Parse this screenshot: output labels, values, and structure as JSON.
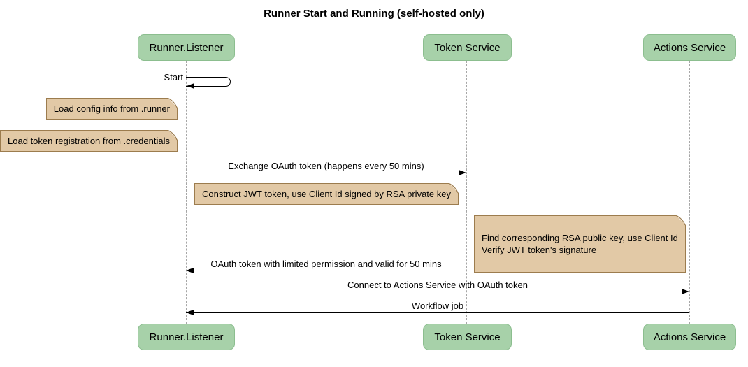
{
  "title": "Runner Start and Running (self-hosted only)",
  "participants": [
    {
      "name": "Runner.Listener"
    },
    {
      "name": "Token Service"
    },
    {
      "name": "Actions Service"
    }
  ],
  "messages": [
    {
      "label": "Start",
      "from": "Runner.Listener",
      "to": "Runner.Listener",
      "style": "self-loop"
    },
    {
      "label": "Exchange OAuth token (happens every 50 mins)",
      "from": "Runner.Listener",
      "to": "Token Service",
      "style": "solid-arrow"
    },
    {
      "label": "OAuth token with limited permission and valid for 50 mins",
      "from": "Token Service",
      "to": "Runner.Listener",
      "style": "solid-arrow"
    },
    {
      "label": "Connect to Actions Service with OAuth token",
      "from": "Runner.Listener",
      "to": "Actions Service",
      "style": "solid-arrow"
    },
    {
      "label": "Workflow job",
      "from": "Actions Service",
      "to": "Runner.Listener",
      "style": "solid-arrow"
    }
  ],
  "notes": [
    {
      "text": "Load config info from .runner"
    },
    {
      "text": "Load token registration from .credentials"
    },
    {
      "text": "Construct JWT token, use Client Id signed by RSA private key"
    },
    {
      "text": "Find corresponding RSA public key, use Client Id\nVerify JWT token's signature"
    }
  ],
  "colors": {
    "background": "#ffffff",
    "participant_fill": "#a7d1a9",
    "participant_border": "#8cbe8f",
    "note_fill": "#e2c9a6",
    "note_border": "#9c7c4e",
    "lifeline": "#a6a6a6",
    "message_line": "#000000",
    "text": "#000000"
  }
}
